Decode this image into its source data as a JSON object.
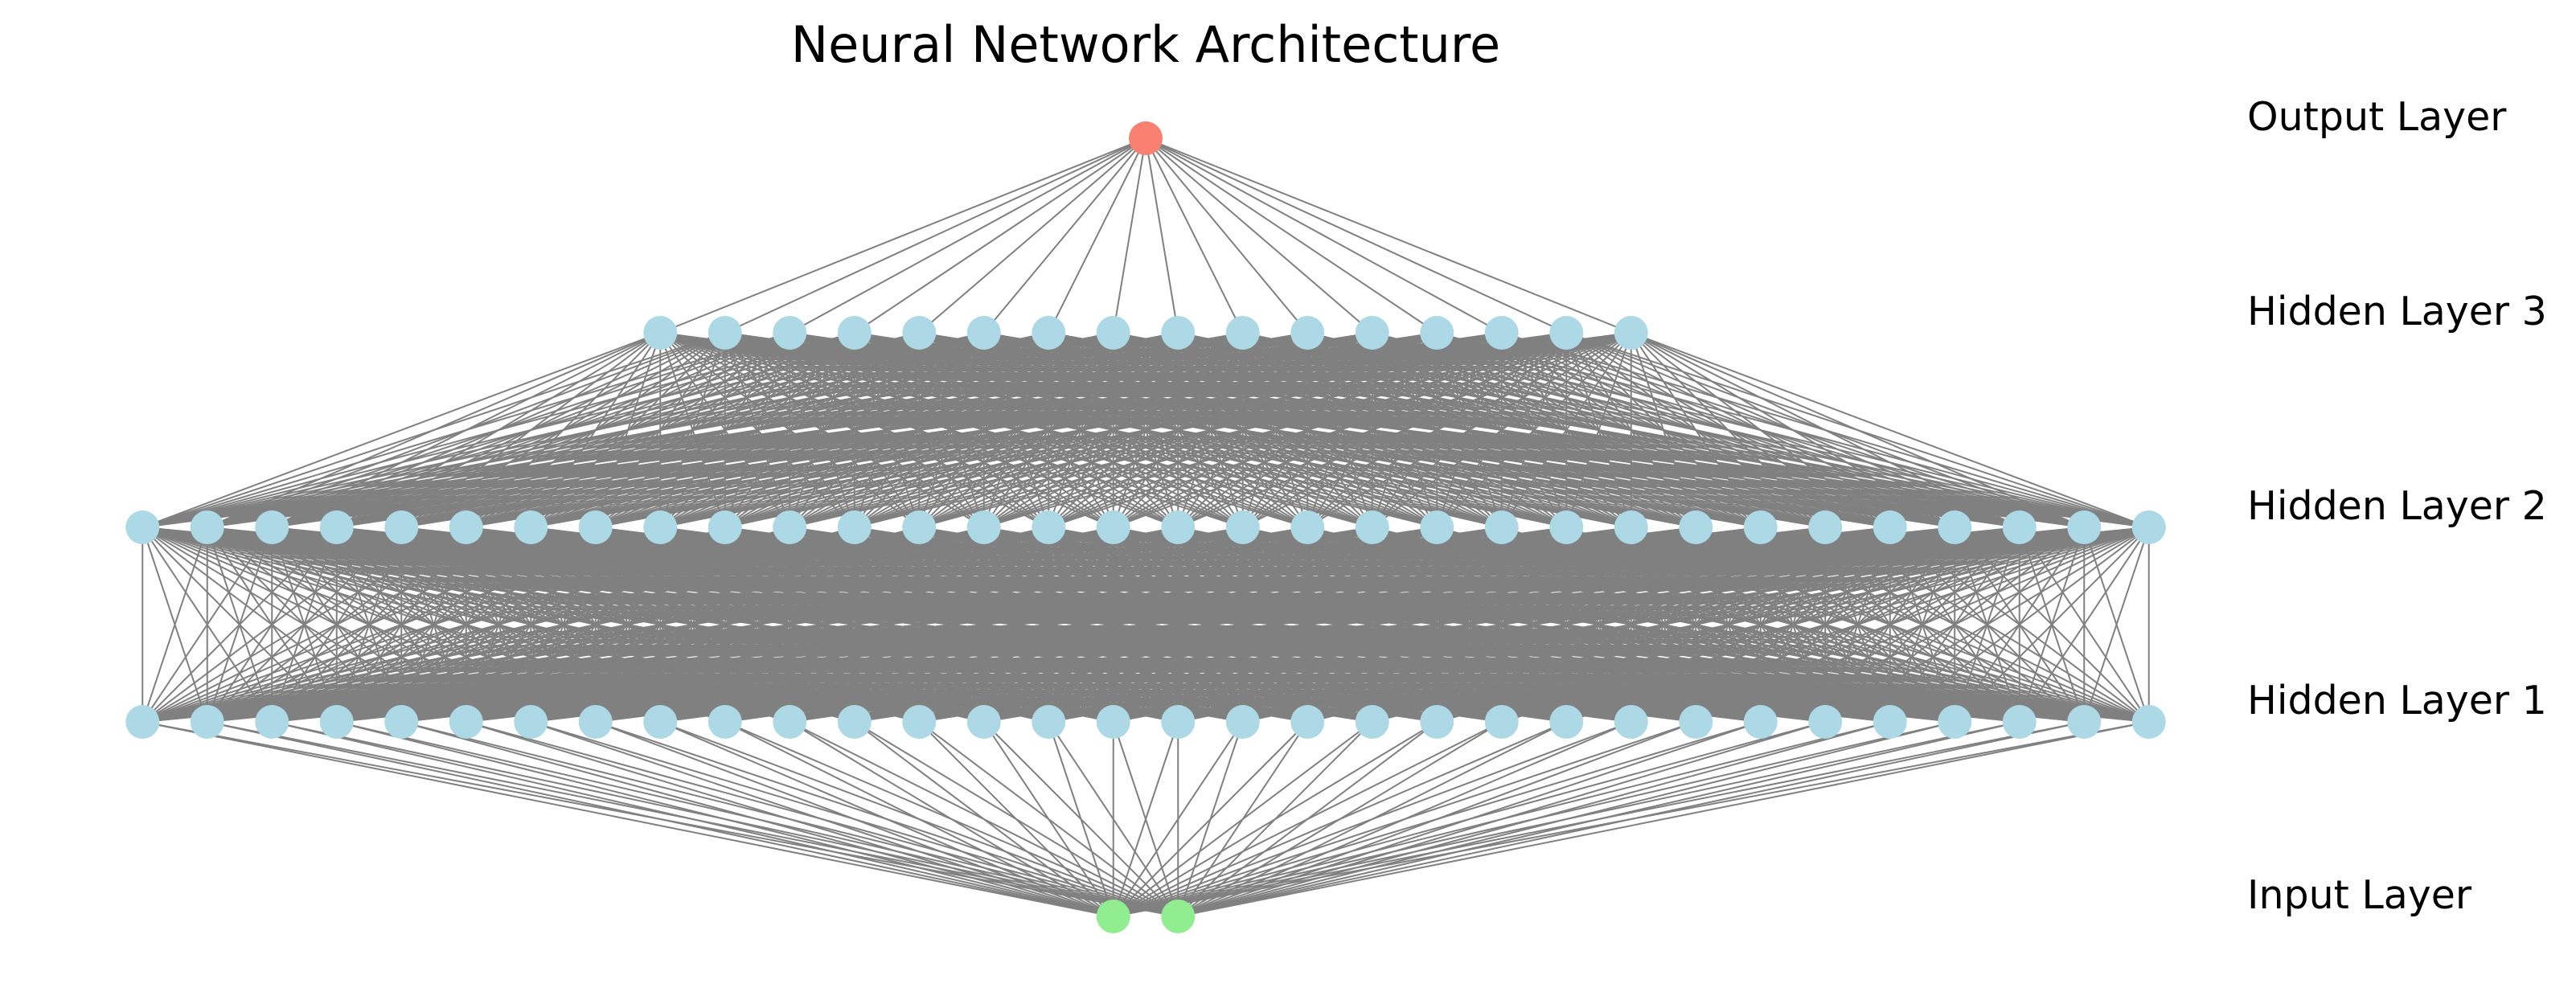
{
  "chart_data": {
    "type": "diagram",
    "title": "Neural Network Architecture",
    "layers": [
      {
        "name": "Input Layer",
        "label": "Input Layer",
        "nodes": 2,
        "color": "#90EE90"
      },
      {
        "name": "Hidden Layer 1",
        "label": "Hidden Layer 1",
        "nodes": 32,
        "color": "#ADD8E6"
      },
      {
        "name": "Hidden Layer 2",
        "label": "Hidden Layer 2",
        "nodes": 32,
        "color": "#ADD8E6"
      },
      {
        "name": "Hidden Layer 3",
        "label": "Hidden Layer 3",
        "nodes": 16,
        "color": "#ADD8E6"
      },
      {
        "name": "Output Layer",
        "label": "Output Layer",
        "nodes": 1,
        "color": "#FA8072"
      }
    ],
    "connectivity": "fully-connected between adjacent layers",
    "edge_color": "#808080",
    "orientation": "bottom-to-top"
  }
}
